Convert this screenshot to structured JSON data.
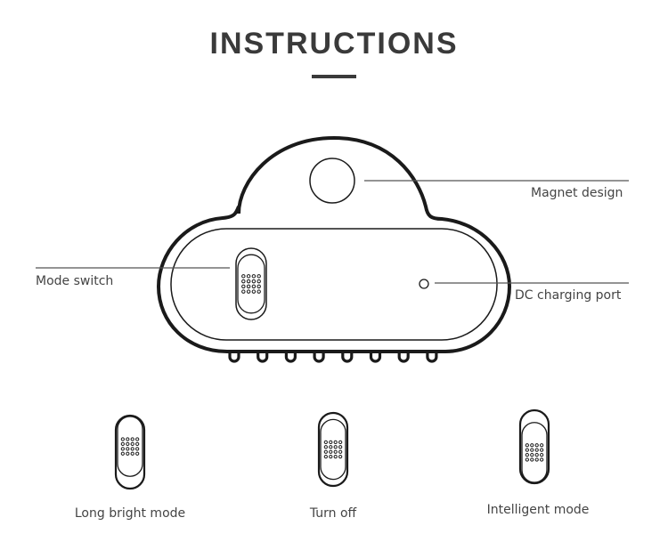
{
  "title": "INSTRUCTIONS",
  "callouts": {
    "magnet": "Magnet design",
    "mode_switch": "Mode switch",
    "dc_port": "DC charging port"
  },
  "modes": [
    {
      "label": "Long bright mode",
      "switch_position": "up"
    },
    {
      "label": "Turn off",
      "switch_position": "middle"
    },
    {
      "label": "Intelligent mode",
      "switch_position": "down"
    }
  ],
  "colors": {
    "ink": "#1a1a1a",
    "text": "#444444",
    "title": "#3a3a3a"
  },
  "device": {
    "led_count": 8,
    "grip_dots_rows": 4,
    "grip_dots_cols": 4
  }
}
